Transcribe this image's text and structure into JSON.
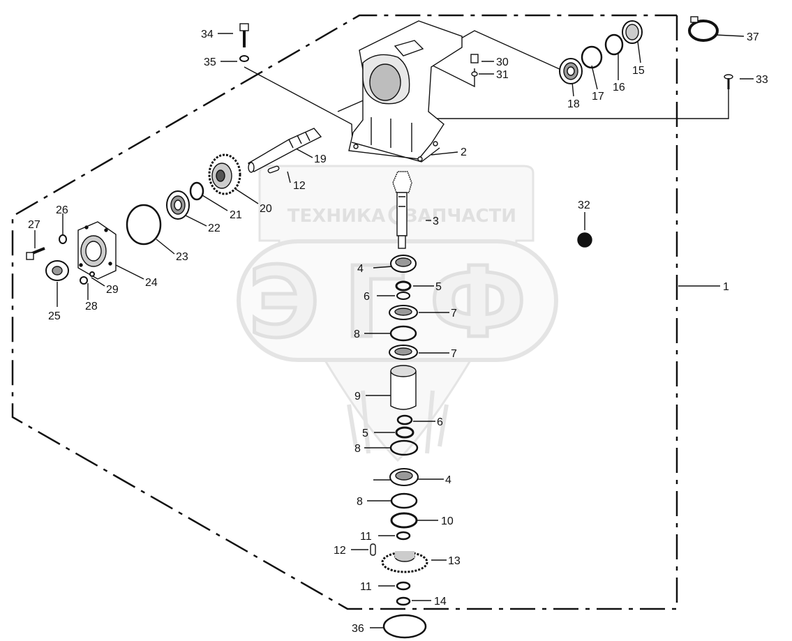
{
  "watermark": {
    "brand_line": "ТЕХНИКА",
    "brand_line_2": "ЗАПЧАСТИ",
    "logo_letters": "ЭГФ",
    "color": "#c8c8c8"
  },
  "callouts": [
    {
      "num": "1"
    },
    {
      "num": "2"
    },
    {
      "num": "3"
    },
    {
      "num": "4"
    },
    {
      "num": "4"
    },
    {
      "num": "5"
    },
    {
      "num": "5"
    },
    {
      "num": "6"
    },
    {
      "num": "6"
    },
    {
      "num": "7"
    },
    {
      "num": "7"
    },
    {
      "num": "8"
    },
    {
      "num": "8"
    },
    {
      "num": "8"
    },
    {
      "num": "9"
    },
    {
      "num": "10"
    },
    {
      "num": "11"
    },
    {
      "num": "11"
    },
    {
      "num": "12"
    },
    {
      "num": "12"
    },
    {
      "num": "13"
    },
    {
      "num": "14"
    },
    {
      "num": "15"
    },
    {
      "num": "16"
    },
    {
      "num": "17"
    },
    {
      "num": "18"
    },
    {
      "num": "19"
    },
    {
      "num": "20"
    },
    {
      "num": "21"
    },
    {
      "num": "22"
    },
    {
      "num": "23"
    },
    {
      "num": "24"
    },
    {
      "num": "25"
    },
    {
      "num": "26"
    },
    {
      "num": "27"
    },
    {
      "num": "28"
    },
    {
      "num": "29"
    },
    {
      "num": "30"
    },
    {
      "num": "31"
    },
    {
      "num": "32"
    },
    {
      "num": "33"
    },
    {
      "num": "34"
    },
    {
      "num": "35"
    },
    {
      "num": "36"
    },
    {
      "num": "37"
    }
  ]
}
